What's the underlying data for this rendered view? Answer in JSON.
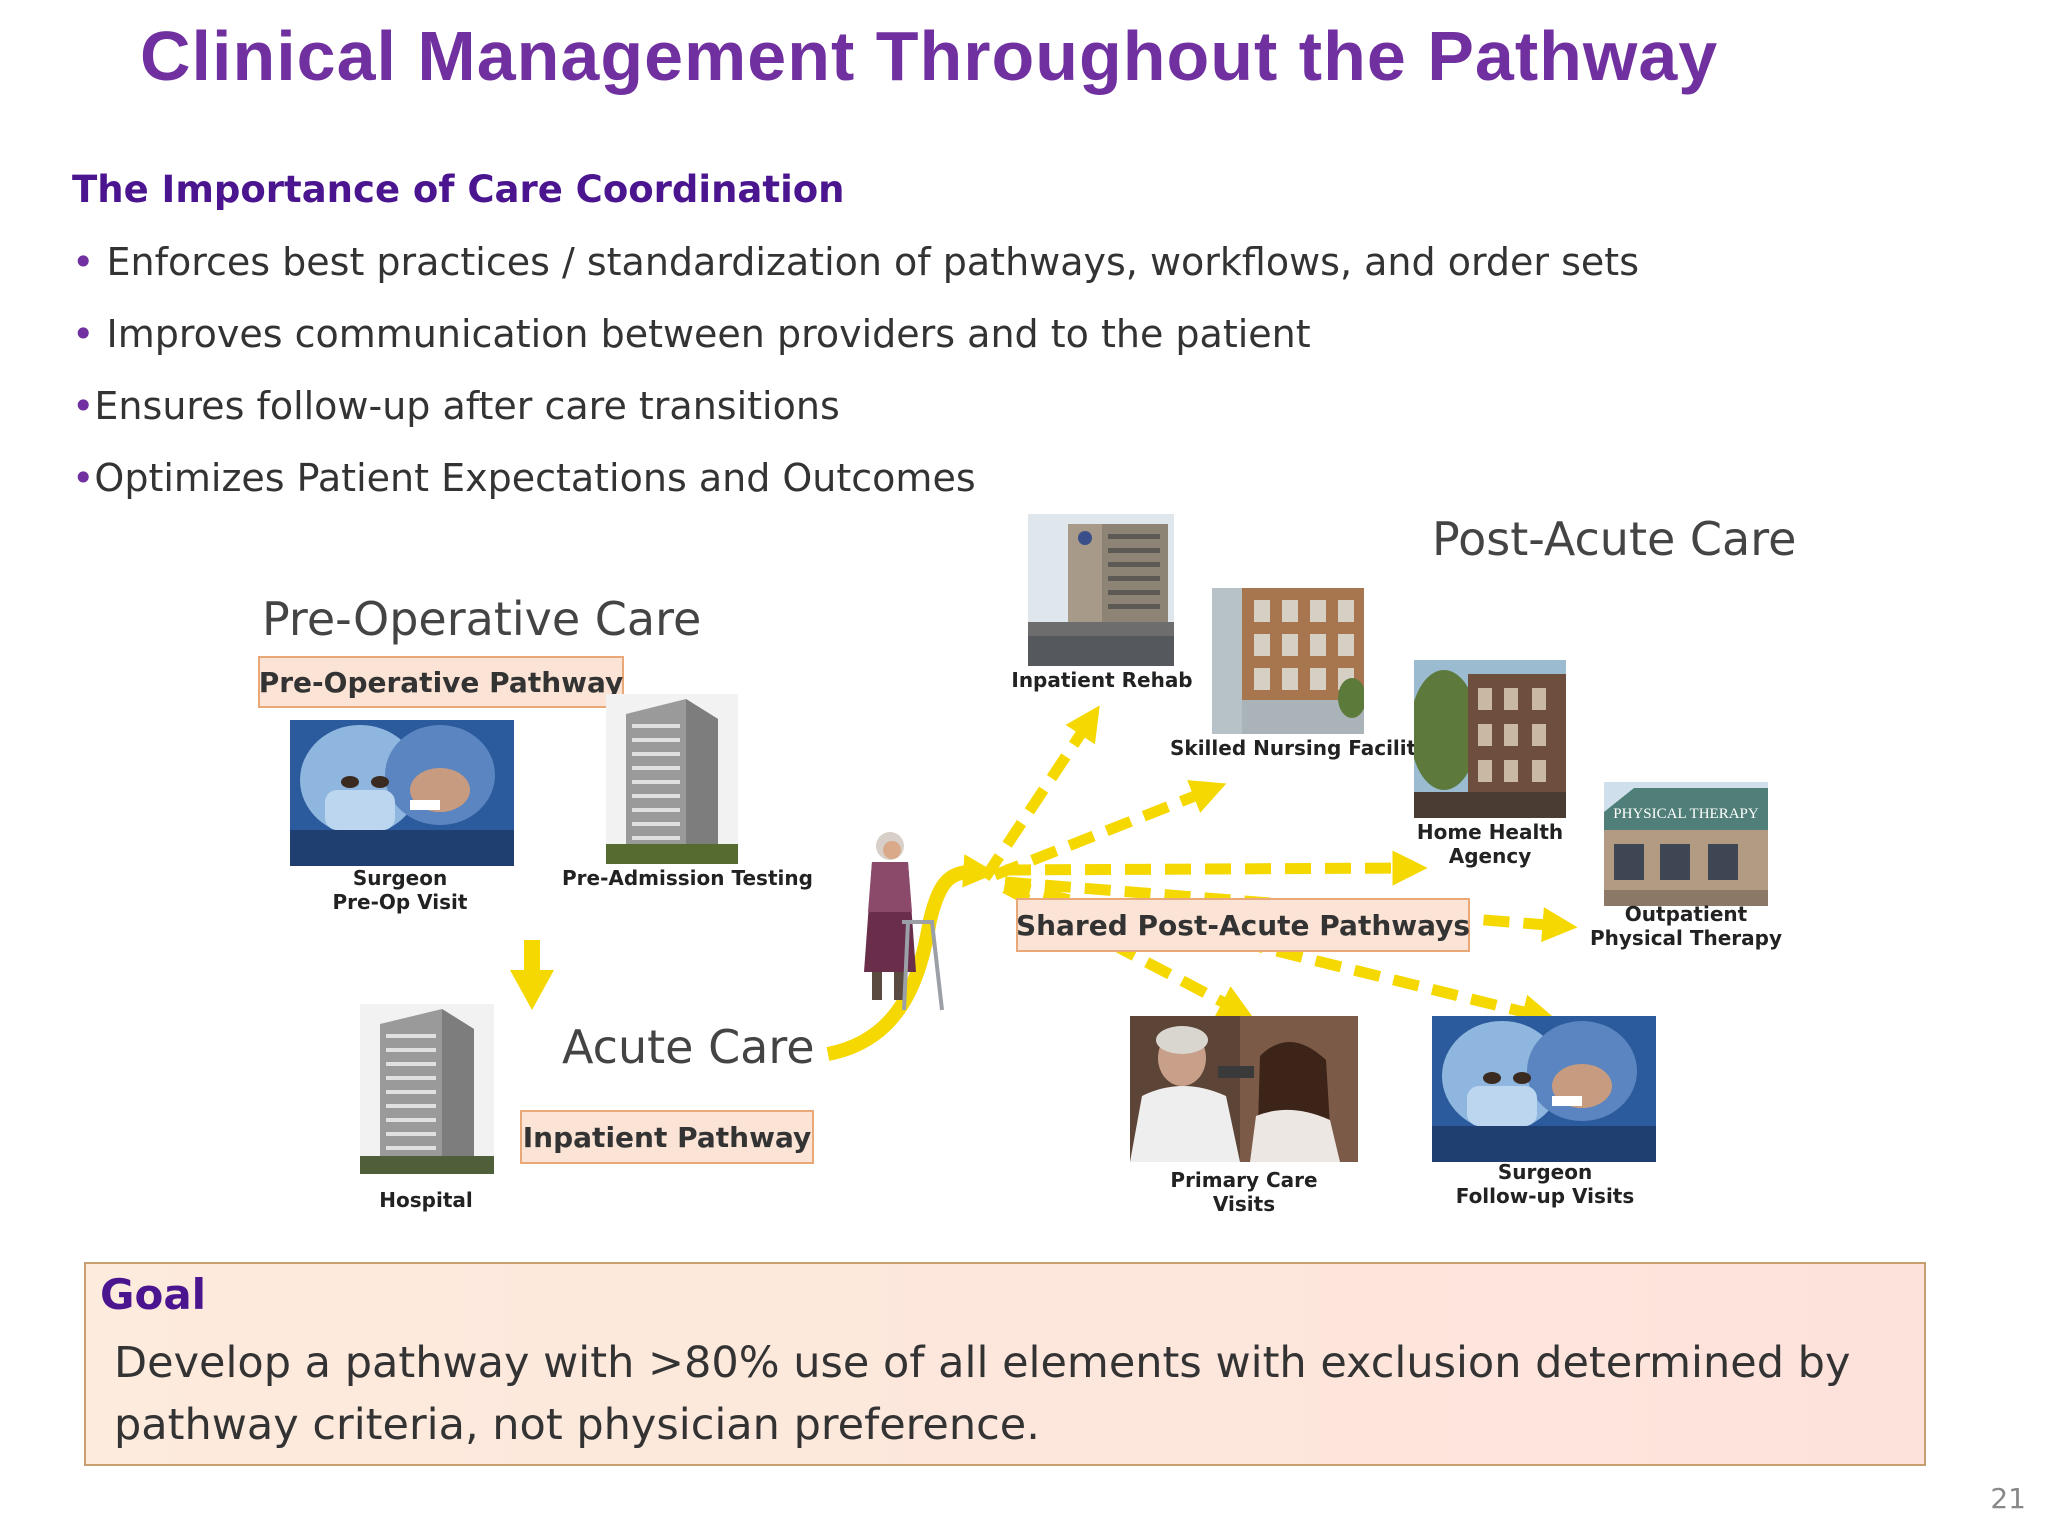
{
  "title": "Clinical Management Throughout the Pathway",
  "section_heading": "The Importance of Care Coordination",
  "bullets": [
    {
      "marker": "• ",
      "text": "Enforces best practices / standardization of pathways, workflows, and order sets"
    },
    {
      "marker": "• ",
      "text": "Improves communication between providers  and to the patient"
    },
    {
      "marker": "•",
      "text": "Ensures follow-up after care transitions"
    },
    {
      "marker": "•",
      "text": "Optimizes Patient Expectations and Outcomes"
    }
  ],
  "diagram": {
    "pre_op": {
      "title": "Pre-Operative Care",
      "pathway": "Pre-Operative Pathway",
      "surgeon_caption": [
        "Surgeon",
        "Pre-Op Visit"
      ],
      "testing_caption": "Pre-Admission Testing"
    },
    "acute": {
      "title": "Acute Care",
      "pathway": "Inpatient Pathway",
      "hospital_caption": "Hospital"
    },
    "post_acute": {
      "title": "Post-Acute Care",
      "pathway": "Shared Post-Acute Pathways",
      "destinations": {
        "inpatient_rehab": [
          "Inpatient Rehab"
        ],
        "skilled_nursing": [
          "Skilled Nursing Facility"
        ],
        "home_health": [
          "Home Health",
          "Agency"
        ],
        "outpatient_pt": [
          "Outpatient",
          "Physical Therapy"
        ],
        "primary_care": [
          "Primary Care",
          "Visits"
        ],
        "surgeon_followup": [
          "Surgeon",
          "Follow-up Visits"
        ]
      },
      "pt_sign": "PHYSICAL THERAPY"
    },
    "colors": {
      "arrow": "#f5d800",
      "pathway_fill": "#fbe4d5",
      "pathway_border": "#e8a878"
    }
  },
  "goal": {
    "label": "Goal",
    "text": "Develop a pathway with >80% use of all elements with exclusion determined by pathway criteria, not physician preference."
  },
  "page_number": "21"
}
